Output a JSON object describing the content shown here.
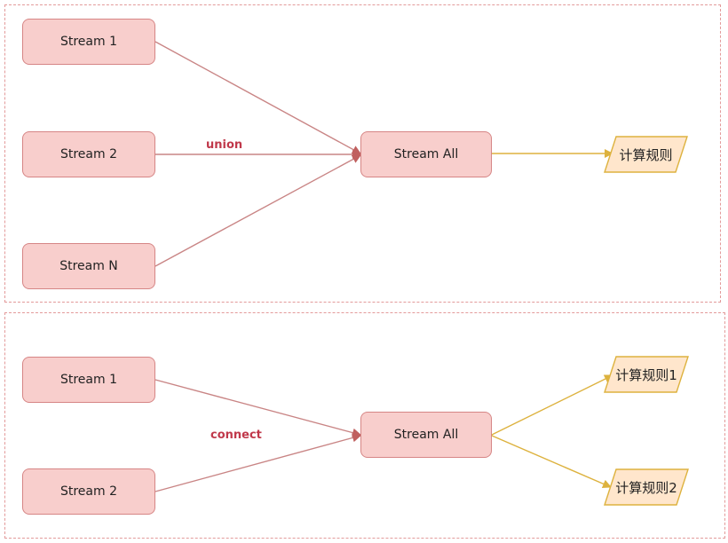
{
  "top": {
    "stream1": "Stream 1",
    "stream2": "Stream 2",
    "streamN": "Stream N",
    "label": "union",
    "all": "Stream All",
    "rule": "计算规则"
  },
  "bottom": {
    "stream1": "Stream 1",
    "stream2": "Stream 2",
    "label": "connect",
    "all": "Stream All",
    "rule1": "计算规则1",
    "rule2": "计算规则2"
  },
  "colors": {
    "node_fill": "#f8cecc",
    "node_border": "#d68585",
    "edge_red": "#c98585",
    "edge_gold": "#ddb23e",
    "rule_fill": "#ffe6cc",
    "label_red": "#c0394b"
  }
}
